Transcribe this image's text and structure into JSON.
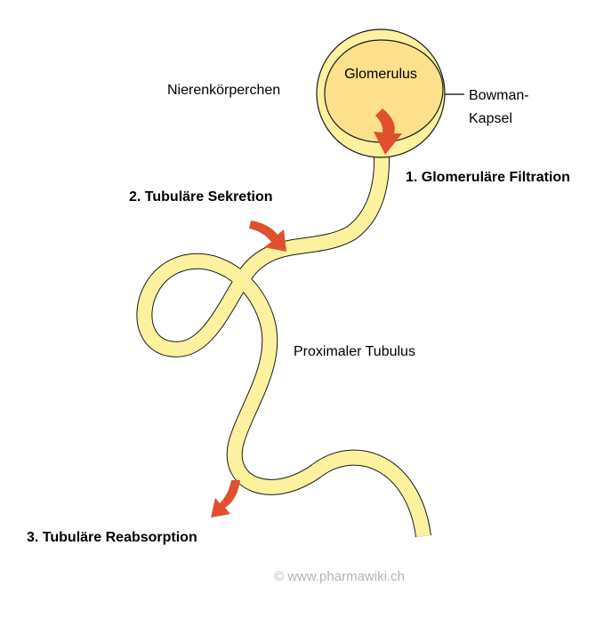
{
  "labels": {
    "nierenkoerperchen": "Nierenkörperchen",
    "glomerulus": "Glomerulus",
    "bowman_line1": "Bowman-",
    "bowman_line2": "Kapsel",
    "filtration": "1. Glomeruläre Filtration",
    "sekretion": "2. Tubuläre Sekretion",
    "proximal": "Proximaler Tubulus",
    "reabsorption": "3. Tubuläre Reabsorption"
  },
  "copyright": "© www.pharmawiki.ch",
  "colors": {
    "tubule_fill": "#fbf19e",
    "outline": "#1a1a1a",
    "capsule_fill": "#fbf19e",
    "glomerulus_fill": "#fce08c",
    "arrow": "#e0502c",
    "copyright": "#b4b4b4"
  }
}
